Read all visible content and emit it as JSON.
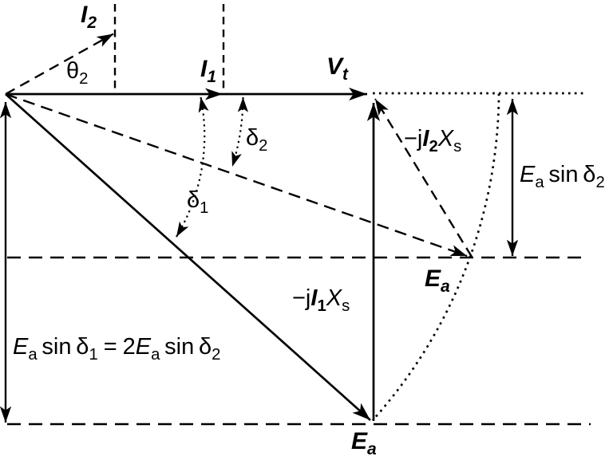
{
  "figure": {
    "background": "#ffffff",
    "line_color": "#000000"
  },
  "labels": {
    "i2": {
      "base": "I",
      "sub": "2"
    },
    "theta2": {
      "base": "θ",
      "sub": "2"
    },
    "i1": {
      "base": "I",
      "sub": "1"
    },
    "vt": {
      "base": "V",
      "sub": "t"
    },
    "minus_j_i2_xs": {
      "prefix": "−j",
      "i": "I",
      "i_sub": "2",
      "x": "X",
      "x_sub": "s"
    },
    "minus_j_i1_xs": {
      "prefix": "−j",
      "i": "I",
      "i_sub": "1",
      "x": "X",
      "x_sub": "s"
    },
    "ea_sin_d2": {
      "e": "E",
      "e_sub": "a",
      "sin": "sin",
      "delta": "δ",
      "d_sub": "2"
    },
    "delta2": {
      "base": "δ",
      "sub": "2"
    },
    "delta1": {
      "base": "δ",
      "sub": "1"
    },
    "ea_mid": {
      "base": "E",
      "sub": "a"
    },
    "ea_bottom": {
      "base": "E",
      "sub": "a"
    },
    "equation": {
      "e1": "E",
      "e1_sub": "a",
      "sin1": "sin",
      "d1": "δ",
      "d1_sub": "1",
      "equals": "=",
      "coef": "2",
      "e2": "E",
      "e2_sub": "a",
      "sin2": "sin",
      "d2": "δ",
      "d2_sub": "2"
    }
  }
}
